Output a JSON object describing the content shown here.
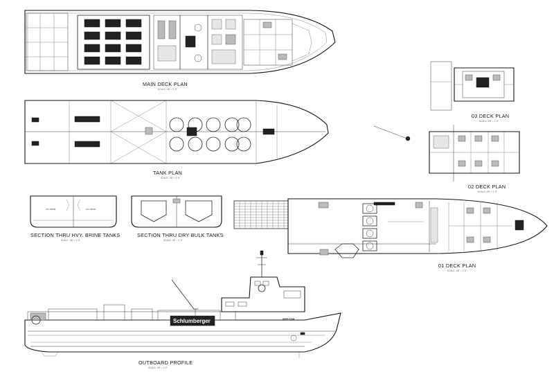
{
  "views": {
    "main_deck": {
      "title": "MAIN DECK PLAN",
      "scale": "SCALE: 1/8\" = 1'-0\""
    },
    "tank": {
      "title": "TANK PLAN",
      "scale": "SCALE: 1/8\" = 1'-0\""
    },
    "section_brine": {
      "title": "SECTION THRU HVY. BRINE TANKS",
      "scale": "SCALE: 1/8\" = 1'-0\"",
      "tank_labels": [
        "HVY. BRINE",
        "HVY. BRINE"
      ]
    },
    "section_dry": {
      "title": "SECTION THRU DRY BULK TANKS",
      "scale": "SCALE: 1/8\" = 1'-0\""
    },
    "d3": {
      "title": "03 DECK PLAN",
      "scale": "SCALE: 1/8\" = 1'-0\""
    },
    "d2": {
      "title": "02 DECK PLAN",
      "scale": "SCALE: 1/8\" = 1'-0\""
    },
    "d1": {
      "title": "01 DECK PLAN",
      "scale": "SCALE: 1/8\" = 1'-0\""
    },
    "profile": {
      "title": "OUTBOARD PROFILE",
      "scale": "SCALE: 1/8\" = 1'-0\"",
      "brand": "Schlumberger",
      "vessel_name": "DEEP STIM"
    }
  }
}
